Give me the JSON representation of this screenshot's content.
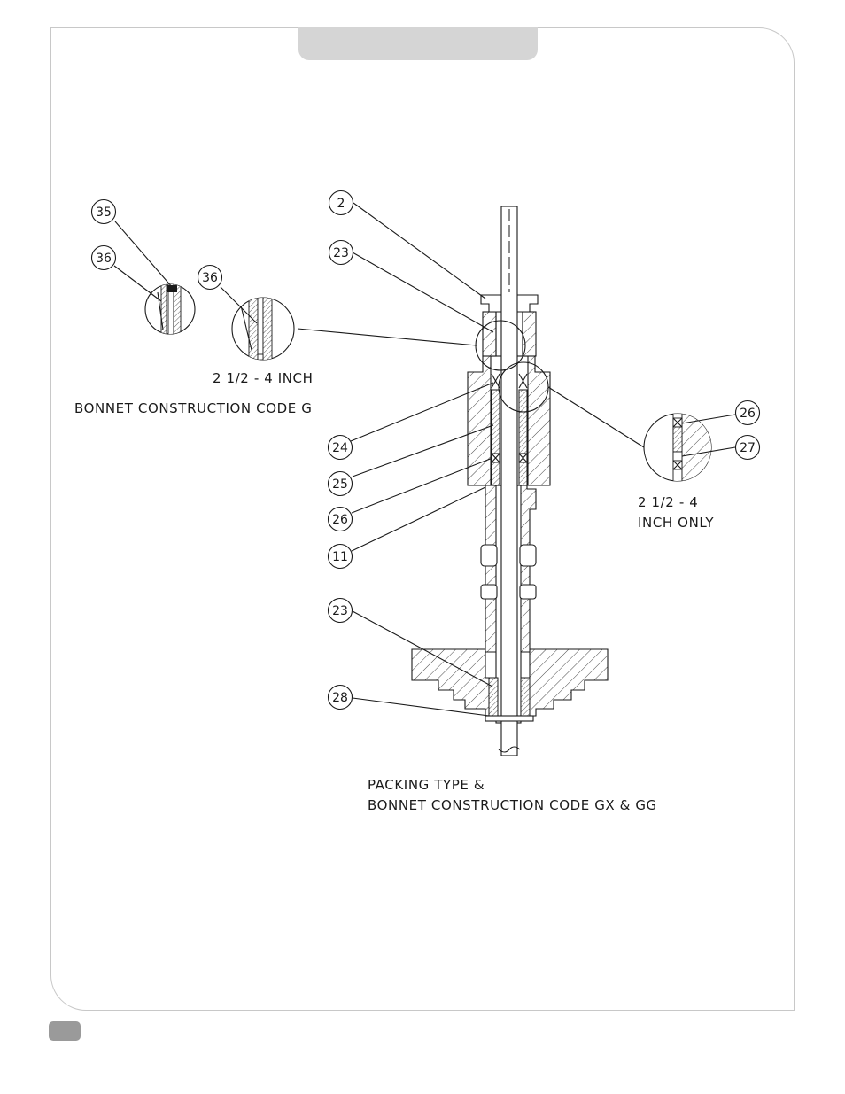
{
  "callouts": {
    "c35": "35",
    "c36_left": "36",
    "c36_right": "36",
    "c2": "2",
    "c23_top": "23",
    "c24": "24",
    "c25": "25",
    "c26_main": "26",
    "c11": "11",
    "c23_bottom": "23",
    "c28": "28",
    "c26_detail": "26",
    "c27": "27"
  },
  "captions": {
    "size_range_g": "2 1/2 - 4 INCH",
    "bonnet_code_g": "BONNET CONSTRUCTION CODE G",
    "detail_size_line1": "2 1/2 - 4",
    "detail_size_line2": "INCH ONLY",
    "packing_line1": "PACKING TYPE &",
    "packing_line2": "BONNET CONSTRUCTION CODE GX & GG"
  }
}
